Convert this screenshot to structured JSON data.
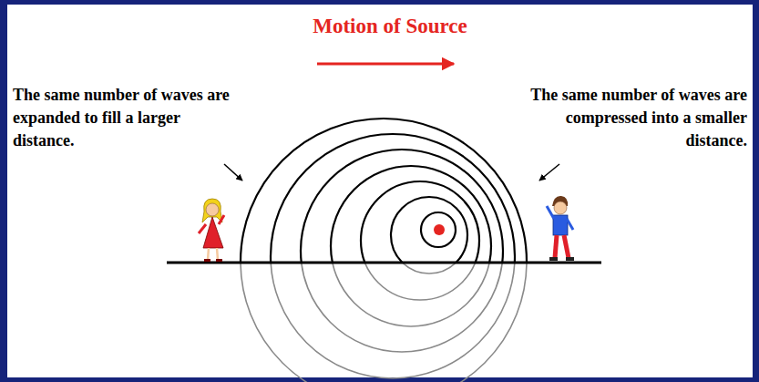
{
  "diagram": {
    "labels": [
      "Motion of Source",
      "The same number of waves are expanded to fill a larger distance.",
      "The same number of waves are compressed into a smaller distance."
    ]
  }
}
